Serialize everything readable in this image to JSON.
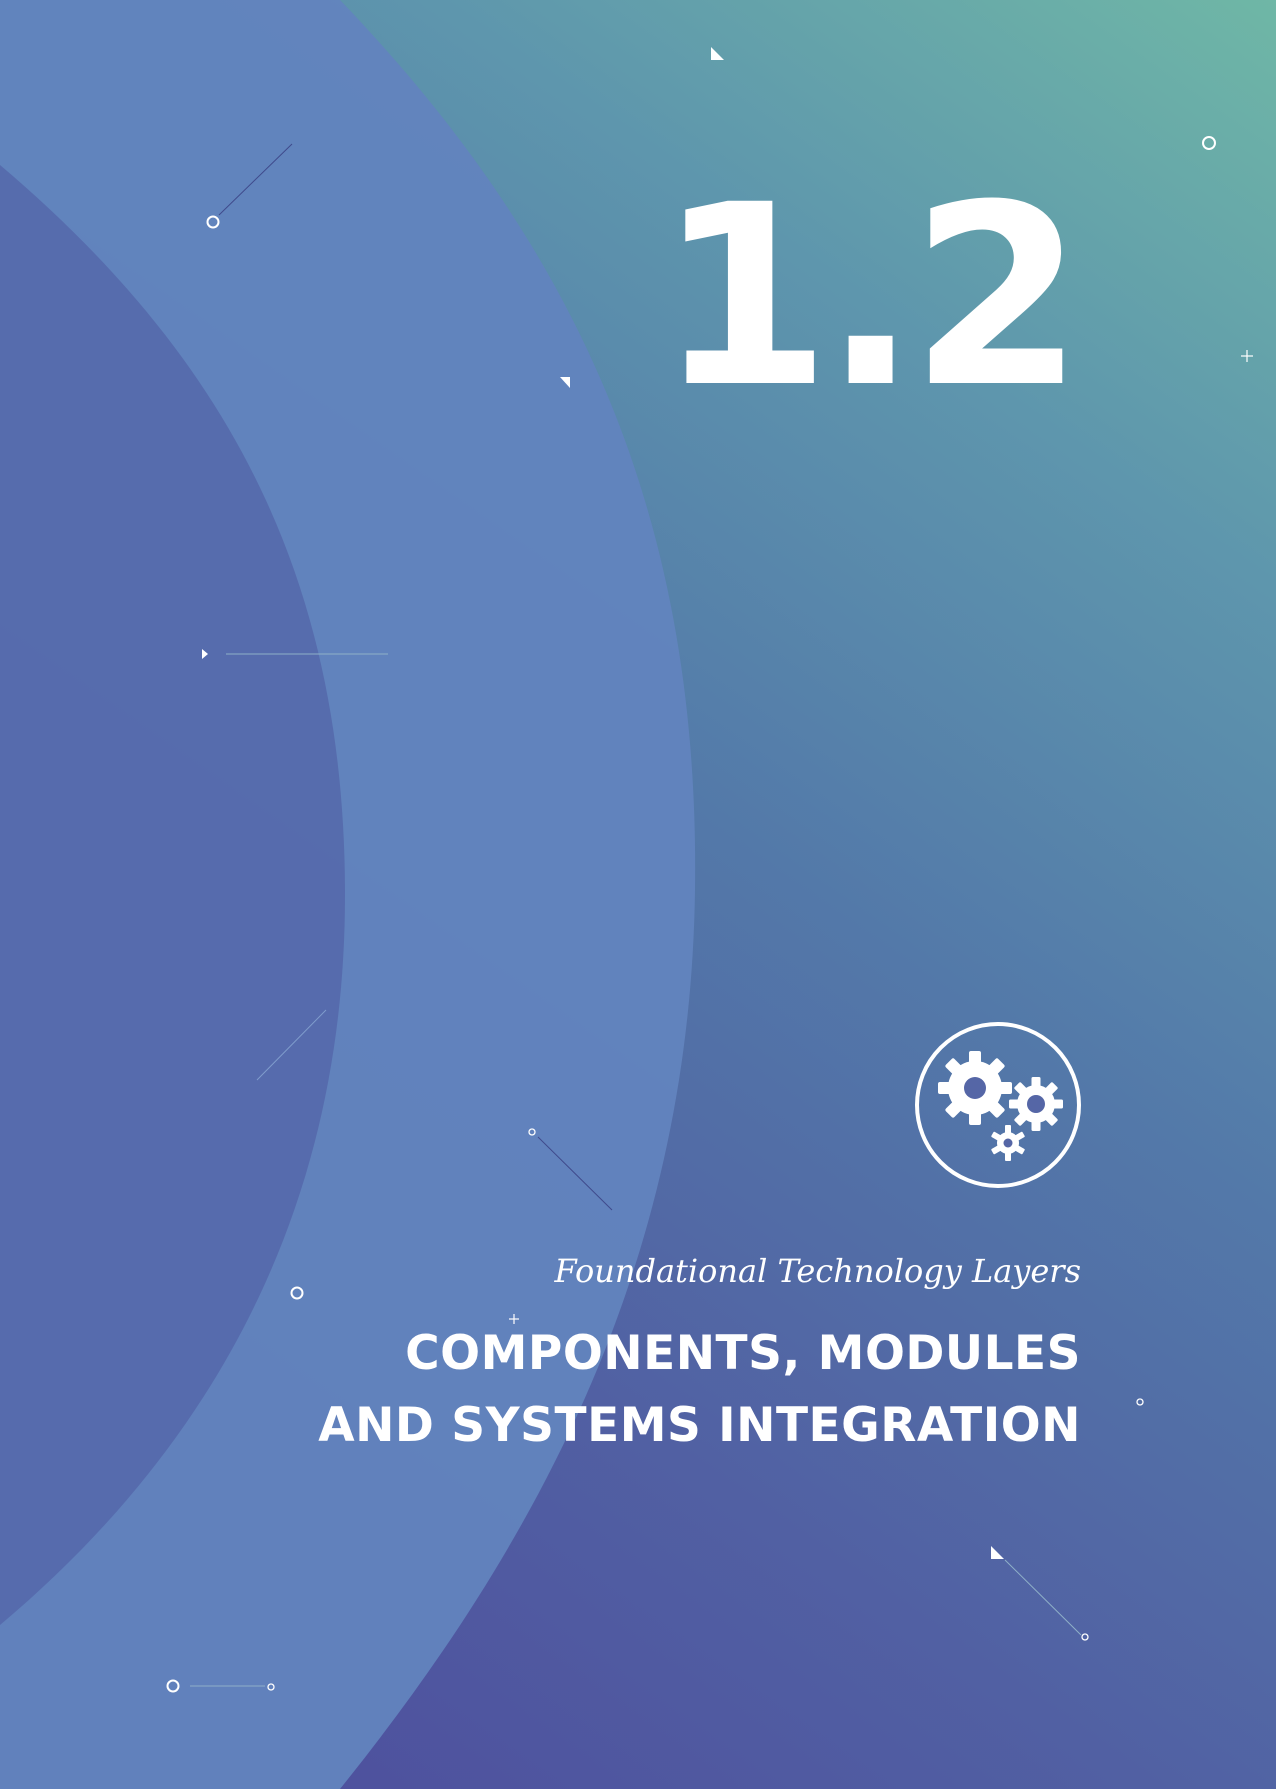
{
  "chapter": {
    "number": "1.2",
    "subtitle": "Foundational Technology Layers",
    "title_lines": [
      "COMPONENTS, MODULES",
      "AND SYSTEMS INTEGRATION"
    ]
  },
  "icons": {
    "badge": "gears-icon"
  },
  "colors": {
    "gradient_top_right": "#6fb7a6",
    "gradient_bottom_left": "#4d4b9c",
    "arc_band": "#6284be",
    "text": "#ffffff"
  }
}
